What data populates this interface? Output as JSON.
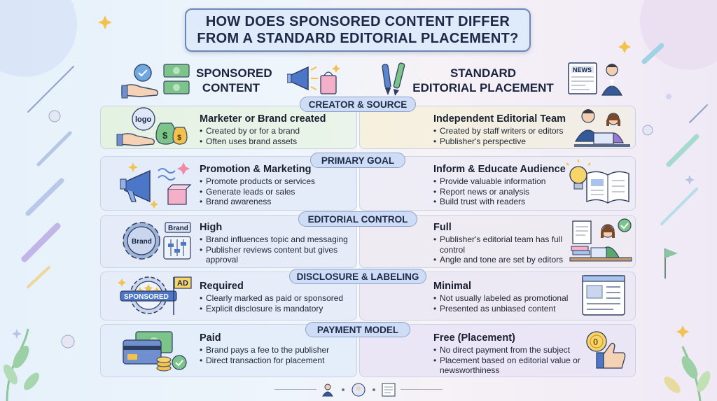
{
  "title": {
    "line1": "HOW DOES SPONSORED CONTENT DIFFER",
    "line2": "FROM A STANDARD EDITORIAL PLACEMENT?"
  },
  "columns": {
    "left": {
      "line1": "SPONSORED",
      "line2": "CONTENT"
    },
    "right": {
      "line1": "STANDARD",
      "line2": "EDITORIAL PLACEMENT"
    }
  },
  "icon_text": {
    "news": "NEWS",
    "logo": "logo",
    "brand_tag": "Brand",
    "brand_gear": "Brand",
    "sponsored": "SPONSORED",
    "ad": "AD"
  },
  "sections": [
    {
      "label": "CREATOR & SOURCE",
      "left": {
        "title": "Marketer or Brand created",
        "bullets": [
          "Created by or for a brand",
          "Often uses brand assets"
        ]
      },
      "right": {
        "title": "Independent Editorial Team",
        "bullets": [
          "Created by staff writers or editors",
          "Publisher's perspective"
        ]
      }
    },
    {
      "label": "PRIMARY GOAL",
      "left": {
        "title": "Promotion & Marketing",
        "bullets": [
          "Promote products or services",
          "Generate leads or sales",
          "Brand awareness"
        ]
      },
      "right": {
        "title": "Inform & Educate Audience",
        "bullets": [
          "Provide valuable information",
          "Report news or analysis",
          "Build trust with readers"
        ]
      }
    },
    {
      "label": "EDITORIAL CONTROL",
      "left": {
        "title": "High",
        "bullets": [
          "Brand influences topic and messaging",
          "Publisher reviews content but gives approval"
        ]
      },
      "right": {
        "title": "Full",
        "bullets": [
          "Publisher's editorial team has full control",
          "Angle and tone are set by editors"
        ]
      }
    },
    {
      "label": "DISCLOSURE & LABELING",
      "left": {
        "title": "Required",
        "bullets": [
          "Clearly marked as paid or sponsored",
          "Explicit disclosure is mandatory"
        ]
      },
      "right": {
        "title": "Minimal",
        "bullets": [
          "Not usually labeled as promotional",
          "Presented as unbiased content"
        ]
      }
    },
    {
      "label": "PAYMENT MODEL",
      "left": {
        "title": "Paid",
        "bullets": [
          "Brand pays a fee to the publisher",
          "Direct transaction for placement"
        ]
      },
      "right": {
        "title": "Free (Placement)",
        "bullets": [
          "No direct payment from the subject",
          "Placement based on editorial value or newsworthiness"
        ]
      }
    }
  ],
  "colors": {
    "pill_bg": "#cfdcf5",
    "title_border": "#6d87b6",
    "accent_yellow": "#f2c14e",
    "accent_green": "#5aa86b",
    "accent_blue": "#4a78c2"
  }
}
